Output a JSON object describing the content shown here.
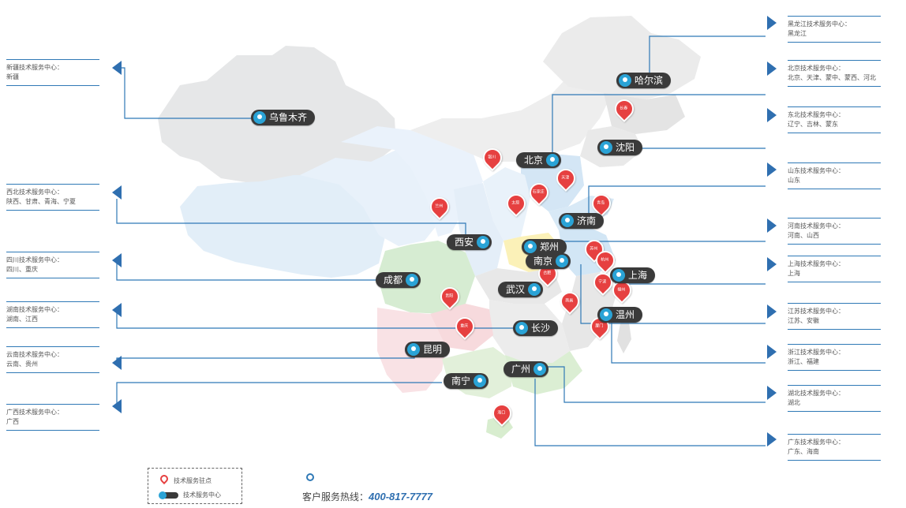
{
  "colors": {
    "accent_blue": "#2f79b6",
    "pin_blue": "#2aa3d6",
    "pill_dark": "#3a3a3a",
    "marker_red": "#e64040"
  },
  "centers": [
    {
      "id": "harbin",
      "name": "哈尔滨"
    },
    {
      "id": "urumqi",
      "name": "乌鲁木齐"
    },
    {
      "id": "shenyang",
      "name": "沈阳"
    },
    {
      "id": "beijing",
      "name": "北京"
    },
    {
      "id": "jinan",
      "name": "济南"
    },
    {
      "id": "xian",
      "name": "西安"
    },
    {
      "id": "zhengzhou",
      "name": "郑州"
    },
    {
      "id": "nanjing",
      "name": "南京"
    },
    {
      "id": "chengdu",
      "name": "成都"
    },
    {
      "id": "shanghai",
      "name": "上海"
    },
    {
      "id": "wuhan",
      "name": "武汉"
    },
    {
      "id": "wenzhou",
      "name": "温州"
    },
    {
      "id": "changsha",
      "name": "长沙"
    },
    {
      "id": "kunming",
      "name": "昆明"
    },
    {
      "id": "guangzhou",
      "name": "广州"
    },
    {
      "id": "nanning",
      "name": "南宁"
    }
  ],
  "left_boxes": [
    {
      "title": "新疆技术服务中心：",
      "regions": "新疆"
    },
    {
      "title": "西北技术服务中心：",
      "regions": "陕西、甘肃、青海、宁夏"
    },
    {
      "title": "四川技术服务中心：",
      "regions": "四川、重庆"
    },
    {
      "title": "湖南技术服务中心：",
      "regions": "湖南、江西"
    },
    {
      "title": "云南技术服务中心：",
      "regions": "云南、贵州"
    },
    {
      "title": "广西技术服务中心：",
      "regions": "广西"
    }
  ],
  "right_boxes": [
    {
      "title": "黑龙江技术服务中心：",
      "regions": "黑龙江"
    },
    {
      "title": "北京技术服务中心：",
      "regions": "北京、天津、蒙中、蒙西、河北"
    },
    {
      "title": "东北技术服务中心：",
      "regions": "辽宁、吉林、蒙东"
    },
    {
      "title": "山东技术服务中心：",
      "regions": "山东"
    },
    {
      "title": "河南技术服务中心：",
      "regions": "河南、山西"
    },
    {
      "title": "上海技术服务中心：",
      "regions": "上海"
    },
    {
      "title": "江苏技术服务中心：",
      "regions": "江苏、安徽"
    },
    {
      "title": "浙江技术服务中心：",
      "regions": "浙江、福建"
    },
    {
      "title": "湖北技术服务中心：",
      "regions": "湖北"
    },
    {
      "title": "广东技术服务中心：",
      "regions": "广东、海南"
    }
  ],
  "markers": [
    "长春",
    "银川",
    "天津",
    "兰州",
    "太原",
    "石家庄",
    "青岛",
    "合肥",
    "苏州",
    "杭州",
    "宁波",
    "贵阳",
    "重庆",
    "南昌",
    "福州",
    "厦门",
    "海口"
  ],
  "legend": {
    "station_label": "技术服务驻点",
    "center_label": "技术服务中心"
  },
  "hotline": {
    "label": "客户服务热线：",
    "number": "400-817-7777"
  }
}
